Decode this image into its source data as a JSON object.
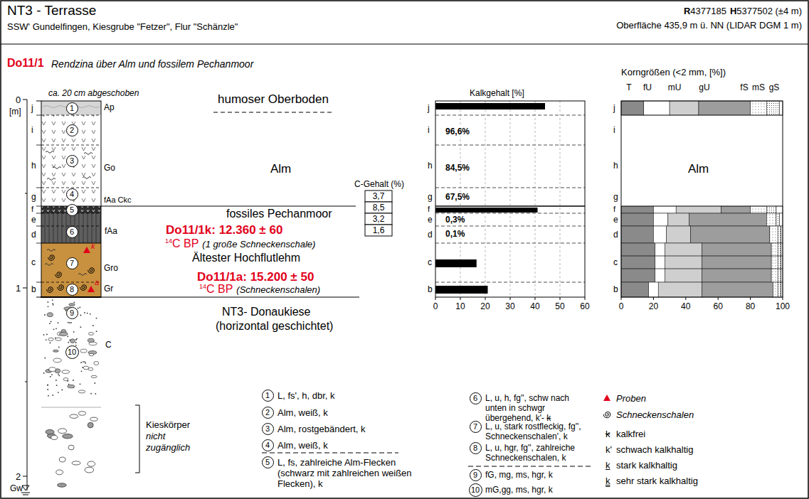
{
  "diagram": {
    "title": "NT3 - Terrasse",
    "nodes": [
      {
        "text": [
          "1"
        ]
      },
      {
        "text": [
          "2"
        ]
      },
      {
        "text": [
          "3"
        ]
      },
      {
        "text": [
          "4"
        ]
      },
      {
        "text": [
          "5"
        ]
      },
      {
        "text": [
          "6"
        ]
      },
      {
        "text": [
          "7"
        ]
      },
      {
        "text": [
          "8"
        ]
      },
      {
        "text": [
          "9"
        ]
      },
      {
        "text": [
          "10"
        ]
      },
      {
        "text": [
          "1"
        ]
      },
      {
        "text": [
          "2"
        ]
      },
      {
        "text": [
          "3"
        ]
      },
      {
        "text": [
          "4"
        ]
      },
      {
        "text": [
          "5"
        ]
      },
      {
        "text": [
          "6"
        ]
      },
      {
        "text": [
          "7"
        ]
      },
      {
        "text": [
          "8"
        ]
      },
      {
        "text": [
          "9"
        ]
      },
      {
        "text": [
          "10"
        ]
      }
    ],
    "labels": [
      "SSW' Gundelfingen, Kiesgrube \"Fetzer\", Flur \"Schänzle\"",
      "R",
      "4377185",
      "H",
      "5377502 (±4 m)",
      "Oberfläche 435,9 m ü. NN (LIDAR DGM 1 m)",
      "Do11/1",
      "Rendzina über Alm und fossilem Pechanmoor",
      "ca. 20 cm abgeschoben",
      "0",
      "[m]",
      "1",
      "2",
      "j",
      "i",
      "h",
      "g",
      "f",
      "e",
      "d",
      "c",
      "b",
      "Ap",
      "Go",
      "fAa Ckc",
      "fAa",
      "Gro",
      "Gr",
      "C",
      "humoser Oberboden",
      "Alm",
      "fossiles Pechanmoor",
      "Do11/1k: 12.360 ± 60",
      "14",
      "C BP",
      "(1 große Schneckenschale)",
      "Ältester Hochflutlehm",
      "Do11/1a: 15.200 ± 50",
      "14",
      "C BP",
      "(Schneckenschalen)",
      "NT3- Donaukiese",
      "(horizontal geschichtet)",
      "k",
      "a",
      "Kieskörper",
      "nicht",
      "zugänglich",
      "Gw",
      "C-Gehalt (%)",
      "3,7",
      "8,5",
      "3,2",
      "1,6",
      "Kalkgehalt [%]",
      "j",
      "i",
      "h",
      "g",
      "f",
      "e",
      "d",
      "c",
      "b",
      "96,6%",
      "84,5%",
      "67,5%",
      "0,3%",
      "0,1%",
      "0",
      "10",
      "20",
      "30",
      "40",
      "50",
      "60",
      "Korngrößen (<2 mm, [%])",
      "T",
      "fU",
      "mU",
      "gU",
      "fS",
      "mS",
      "gS",
      "j",
      "i",
      "h",
      "g",
      "f",
      "e",
      "d",
      "c",
      "b",
      "Alm",
      "0",
      "20",
      "40",
      "60",
      "80",
      "100",
      "L, fs', h, dbr, k",
      "Alm, weiß, k",
      "Alm, rostgebändert, k",
      "Alm, weiß, k",
      "L, fs, zahlreiche Alm-Flecken (schwarz mit zahlreichen weißen Flecken), k",
      "L, u, h, fg'', schw nach unten in schwgr übergehend, k'-",
      "k",
      "L, u, stark rostfleckig, fg'', Schneckenschalen', k",
      "L, u, hgr, fg'', zahlreiche Schneckenschalen, k",
      "fG, mg, ms, hgr, k",
      "mG,gg, ms, hgr, k",
      "k",
      "k'",
      "k",
      "k"
    ],
    "legend": [
      {
        "text": "Proben"
      },
      {
        "text": "Schneckenschalen"
      },
      {
        "text": "kalkfrei"
      },
      {
        "text": "schwach kalkhaltig"
      },
      {
        "text": "stark kalkhaltig"
      },
      {
        "text": "sehr stark kalkhaltig"
      }
    ]
  }
}
